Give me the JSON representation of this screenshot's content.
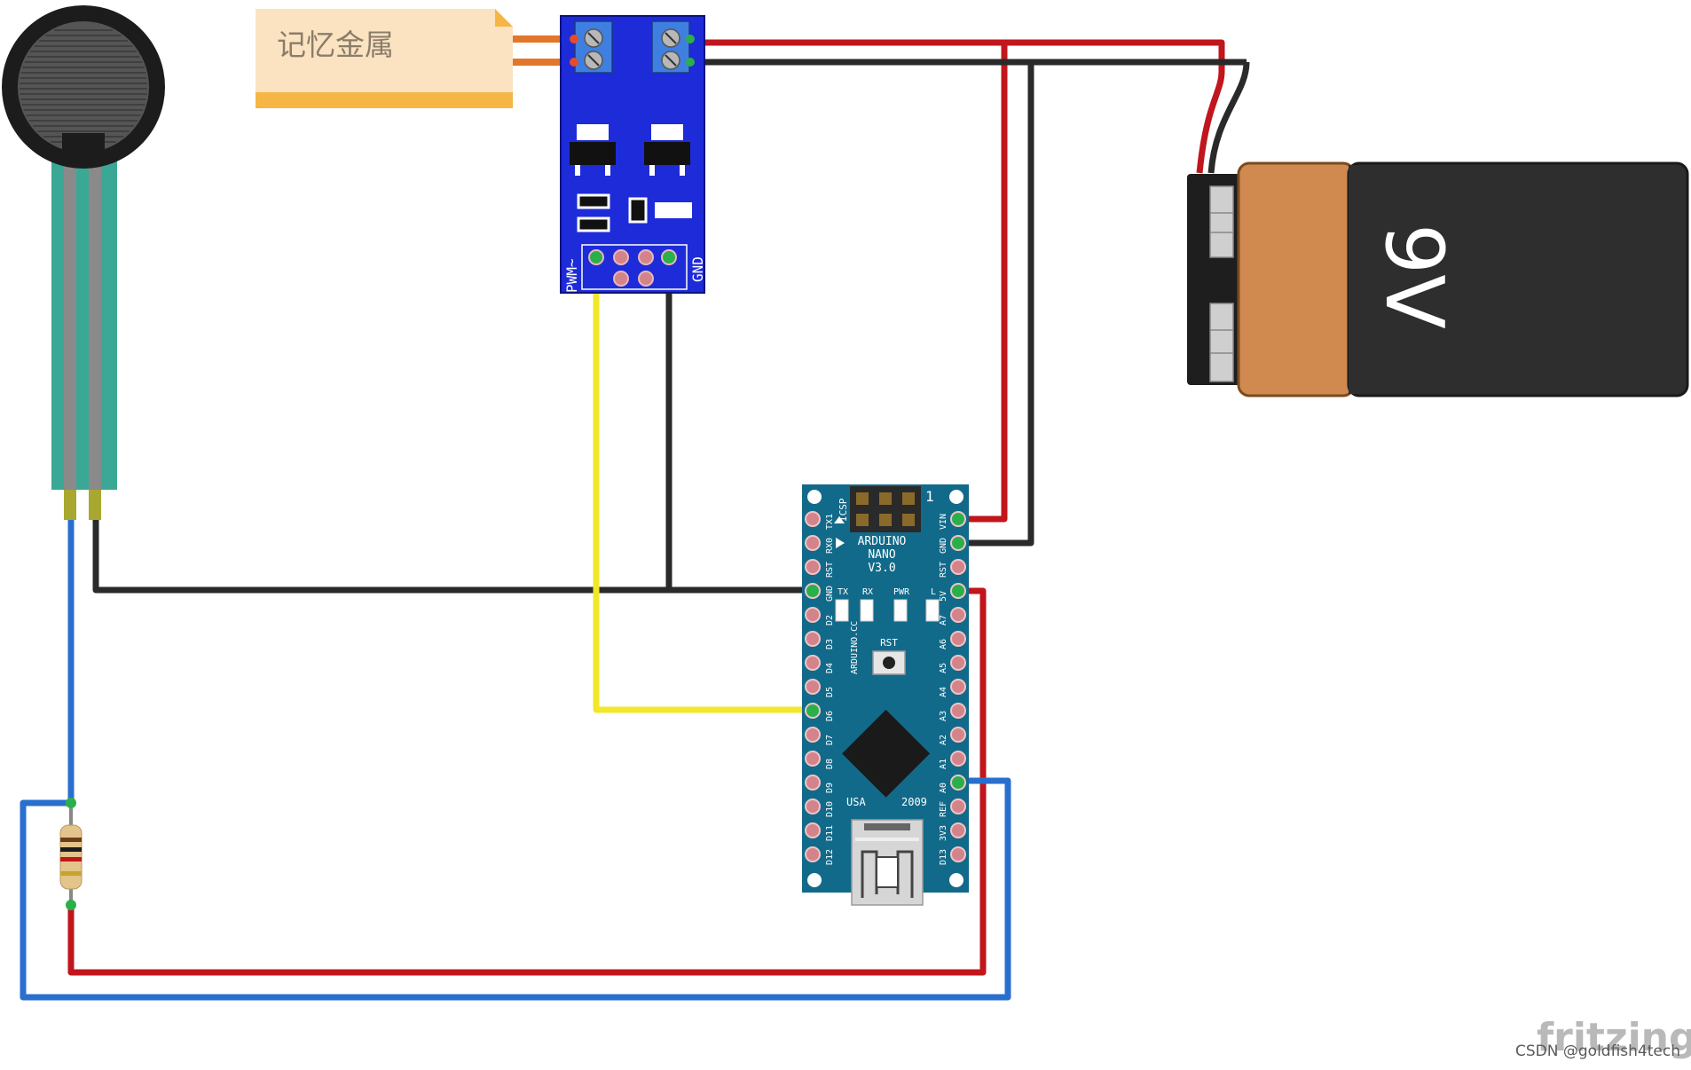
{
  "note": {
    "text": "记忆金属"
  },
  "driver": {
    "pwm_label": "PWM~",
    "gnd_label": "GND"
  },
  "battery": {
    "label": "9V"
  },
  "nano": {
    "title_lines": [
      "ARDUINO",
      "NANO",
      "V3.0"
    ],
    "icsp": "ICSP",
    "pin1": "1",
    "website": "ARDUINO.CC",
    "rst_button": "RST",
    "leds": [
      "TX",
      "RX",
      "PWR",
      "L"
    ],
    "usa": "USA",
    "year": "2009",
    "left_pins": [
      "TX1",
      "RX0",
      "RST",
      "GND",
      "D2",
      "D3",
      "D4",
      "D5",
      "D6",
      "D7",
      "D8",
      "D9",
      "D10",
      "D11",
      "D12"
    ],
    "right_pins": [
      "VIN",
      "GND",
      "RST",
      "5V",
      "A7",
      "A6",
      "A5",
      "A4",
      "A3",
      "A2",
      "A1",
      "A0",
      "REF",
      "3V3",
      "D13"
    ]
  },
  "watermark": {
    "brand": "fritzing",
    "credit": "CSDN @goldfish4tech"
  },
  "colors": {
    "wire_red": "#c0161c",
    "wire_black": "#2a2a2a",
    "wire_blue": "#2a6fcf",
    "wire_yellow": "#f2e72a",
    "orange_lead": "#e2762b",
    "nano_board": "#126a8a",
    "driver_board": "#1e2bd9"
  }
}
